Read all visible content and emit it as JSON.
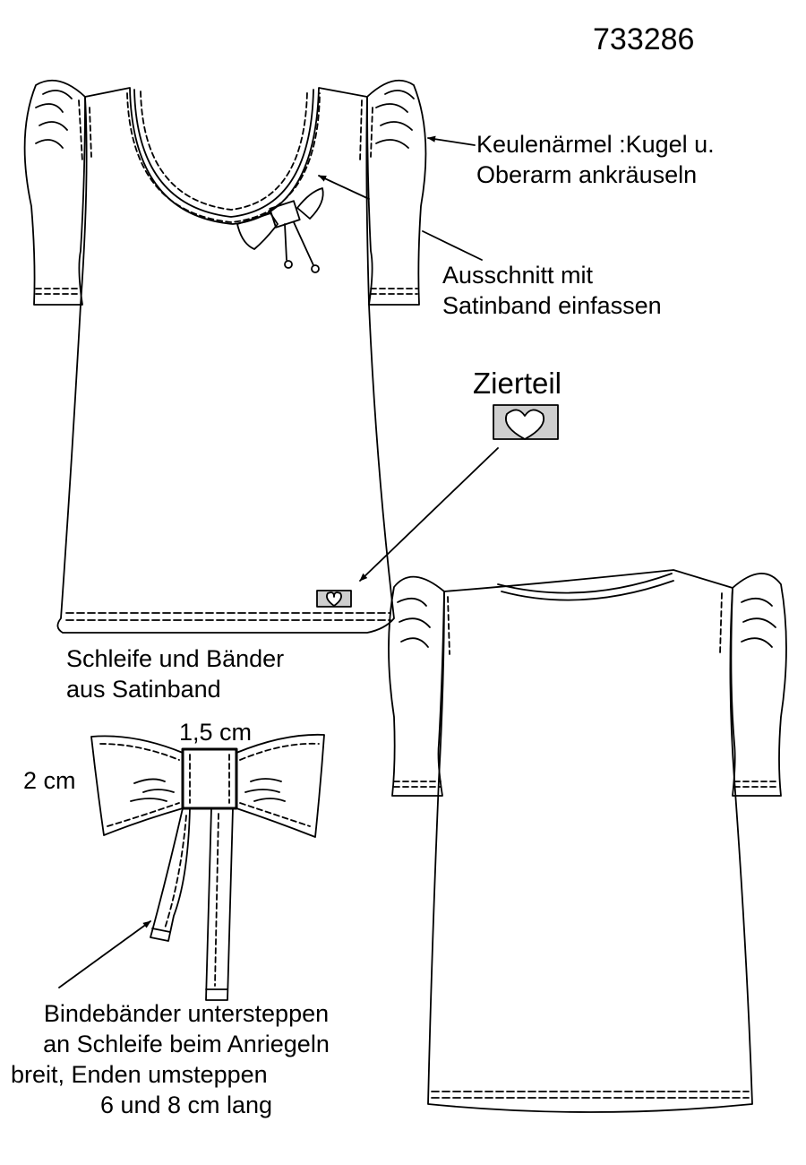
{
  "article_number": "733286",
  "labels": {
    "sleeve": [
      "Keulenärmel :Kugel u.",
      "Oberarm ankräuseln"
    ],
    "neckline": [
      "Ausschnitt mit",
      "Satinband einfassen"
    ],
    "decoration": "Zierteil",
    "bow": [
      "Schleife und Bänder",
      "aus Satinband"
    ],
    "bow_width": "1,5 cm",
    "bow_height": "2 cm",
    "ties": [
      "Bindebänder untersteppen",
      "an Schleife beim Anriegeln",
      "breit, Enden umsteppen",
      "6 und 8 cm lang"
    ]
  },
  "icons": {
    "front_view": "shirt-front-icon",
    "back_view": "shirt-back-icon",
    "bow_detail": "bow-icon",
    "decoration_detail": "heart-badge-icon"
  },
  "colors": {
    "line": "#000000",
    "paper": "#ffffff",
    "badge_fill": "#cfcfcf"
  }
}
